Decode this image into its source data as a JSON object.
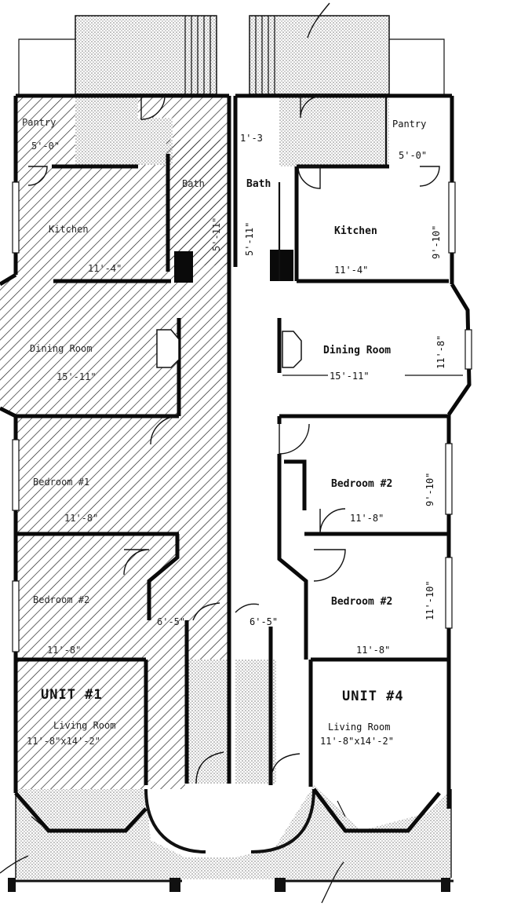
{
  "unit_left": {
    "unit_label": "UNIT #1",
    "rooms": {
      "pantry": "Pantry",
      "pantry_dim": "5'-0\"",
      "bath": "Bath",
      "bath_dim": "5'-11\"",
      "kitchen": "Kitchen",
      "kitchen_dim": "11'-4\"",
      "dining": "Dining Room",
      "dining_dim": "15'-11\"",
      "bedroom1": "Bedroom #1",
      "bedroom1_dim": "11'-8\"",
      "bedroom2": "Bedroom #2",
      "bedroom2_dim": "11'-8\"",
      "living": "Living Room",
      "living_dim": "11'-8\"x14'-2\"",
      "hall_dim": "6'-5\""
    }
  },
  "unit_right": {
    "unit_label": "UNIT #4",
    "rooms": {
      "pantry": "Pantry",
      "pantry_dim": "5'-0\"",
      "bath": "Bath",
      "bath_top_dim": "1'-3",
      "bath_side_dim": "5'-11\"",
      "kitchen": "Kitchen",
      "kitchen_width": "11'-4\"",
      "kitchen_depth": "9'-10\"",
      "dining": "Dining Room",
      "dining_width": "15'-11\"",
      "dining_depth": "11'-8\"",
      "bedroom_upper": "Bedroom #2",
      "bedroom_upper_width": "11'-8\"",
      "bedroom_upper_depth": "9'-10\"",
      "bedroom_lower": "Bedroom #2",
      "bedroom_lower_width": "11'-8\"",
      "bedroom_lower_depth": "11'-10\"",
      "hall_dim": "6'-5\"",
      "living": "Living Room",
      "living_dim": "11'-8\"x14'-2\""
    }
  },
  "colors": {
    "wall": "#0a0a0a",
    "hatch": "#1a1a1a",
    "stipple": "#8a8a8a",
    "background": "#ffffff"
  }
}
